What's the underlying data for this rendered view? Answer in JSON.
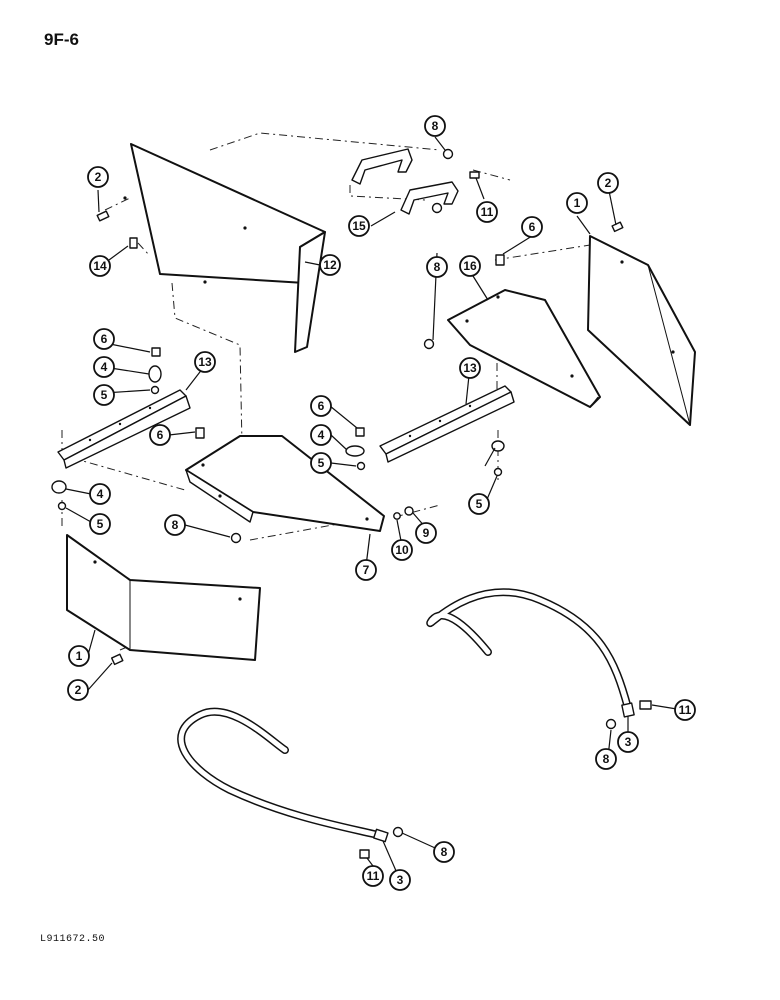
{
  "page": {
    "id": "9F-6",
    "ref_code": "L911672.50"
  },
  "callouts": [
    {
      "label": "1"
    },
    {
      "label": "1"
    },
    {
      "label": "2"
    },
    {
      "label": "2"
    },
    {
      "label": "2"
    },
    {
      "label": "3"
    },
    {
      "label": "3"
    },
    {
      "label": "4"
    },
    {
      "label": "4"
    },
    {
      "label": "4"
    },
    {
      "label": "5"
    },
    {
      "label": "5"
    },
    {
      "label": "5"
    },
    {
      "label": "5"
    },
    {
      "label": "6"
    },
    {
      "label": "6"
    },
    {
      "label": "6"
    },
    {
      "label": "6"
    },
    {
      "label": "7"
    },
    {
      "label": "8"
    },
    {
      "label": "8"
    },
    {
      "label": "8"
    },
    {
      "label": "8"
    },
    {
      "label": "8"
    },
    {
      "label": "9"
    },
    {
      "label": "10"
    },
    {
      "label": "11"
    },
    {
      "label": "11"
    },
    {
      "label": "11"
    },
    {
      "label": "12"
    },
    {
      "label": "13"
    },
    {
      "label": "13"
    },
    {
      "label": "14"
    },
    {
      "label": "15"
    },
    {
      "label": "16"
    }
  ]
}
